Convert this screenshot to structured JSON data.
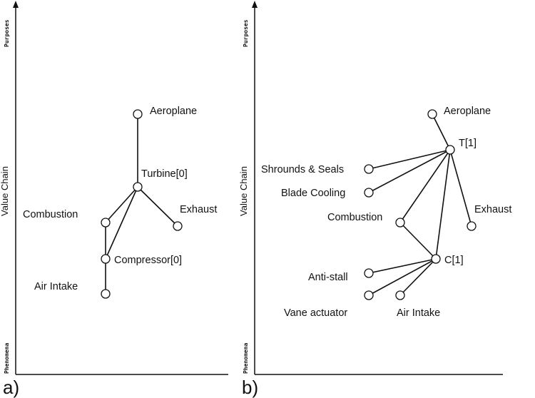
{
  "diagrams": [
    {
      "panel_label": "a)",
      "axis": {
        "top": "Purposes",
        "middle": "Value Chain",
        "bottom": "Phenomena"
      },
      "nodes": [
        {
          "id": "aeroplane",
          "label": "Aeroplane"
        },
        {
          "id": "turbine",
          "label": "Turbine[0]"
        },
        {
          "id": "combustion",
          "label": "Combustion"
        },
        {
          "id": "exhaust",
          "label": "Exhaust"
        },
        {
          "id": "compressor",
          "label": "Compressor[0]"
        },
        {
          "id": "air-intake",
          "label": "Air Intake"
        }
      ],
      "edges": [
        [
          "aeroplane",
          "turbine"
        ],
        [
          "turbine",
          "combustion"
        ],
        [
          "turbine",
          "compressor"
        ],
        [
          "turbine",
          "exhaust"
        ],
        [
          "combustion",
          "compressor"
        ],
        [
          "compressor",
          "air-intake"
        ]
      ]
    },
    {
      "panel_label": "b)",
      "axis": {
        "top": "Purposes",
        "middle": "Value Chain",
        "bottom": "Phenomena"
      },
      "nodes": [
        {
          "id": "aeroplane",
          "label": "Aeroplane"
        },
        {
          "id": "t1",
          "label": "T[1]"
        },
        {
          "id": "shrouds-seals",
          "label": "Shrounds & Seals"
        },
        {
          "id": "blade-cooling",
          "label": "Blade Cooling"
        },
        {
          "id": "combustion",
          "label": "Combustion"
        },
        {
          "id": "exhaust",
          "label": "Exhaust"
        },
        {
          "id": "c1",
          "label": "C[1]"
        },
        {
          "id": "anti-stall",
          "label": "Anti-stall"
        },
        {
          "id": "vane-actuator",
          "label": "Vane actuator"
        },
        {
          "id": "air-intake",
          "label": "Air Intake"
        }
      ],
      "edges": [
        [
          "aeroplane",
          "t1"
        ],
        [
          "t1",
          "shrouds-seals"
        ],
        [
          "t1",
          "blade-cooling"
        ],
        [
          "t1",
          "combustion"
        ],
        [
          "t1",
          "c1"
        ],
        [
          "t1",
          "exhaust"
        ],
        [
          "combustion",
          "c1"
        ],
        [
          "c1",
          "anti-stall"
        ],
        [
          "c1",
          "vane-actuator"
        ],
        [
          "c1",
          "air-intake"
        ]
      ]
    }
  ]
}
